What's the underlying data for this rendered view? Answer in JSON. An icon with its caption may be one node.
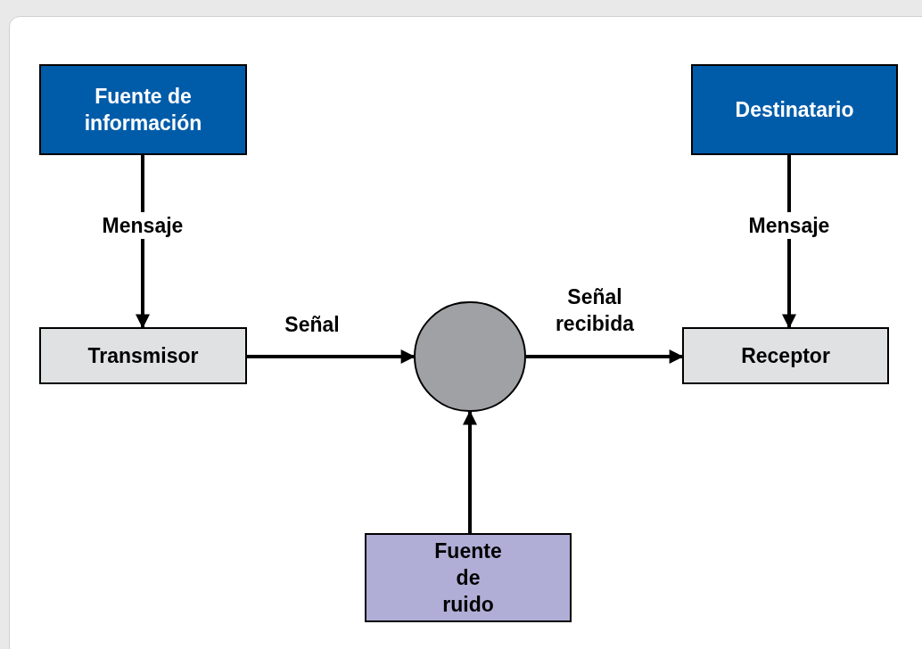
{
  "diagram": {
    "nodes": [
      {
        "text": [
          "Fuente de información"
        ]
      },
      {
        "text": [
          "Destinatario"
        ]
      },
      {
        "text": [
          "Transmisor"
        ]
      },
      {
        "text": [],
        "shape": "circle"
      },
      {
        "text": [
          "Receptor"
        ]
      },
      {
        "text": [
          "Fuente de ruido"
        ]
      }
    ],
    "edges": [
      {
        "from": 0,
        "to": 2,
        "arrow": "to",
        "label": "Mensaje"
      },
      {
        "from": 1,
        "to": 4,
        "arrow": "to",
        "label": "Mensaje"
      },
      {
        "from": 2,
        "to": 3,
        "arrow": "to",
        "label": "Señal"
      },
      {
        "from": 3,
        "to": 4,
        "arrow": "to",
        "label": "Señal recibida"
      },
      {
        "from": 5,
        "to": 3,
        "arrow": "to"
      }
    ]
  }
}
